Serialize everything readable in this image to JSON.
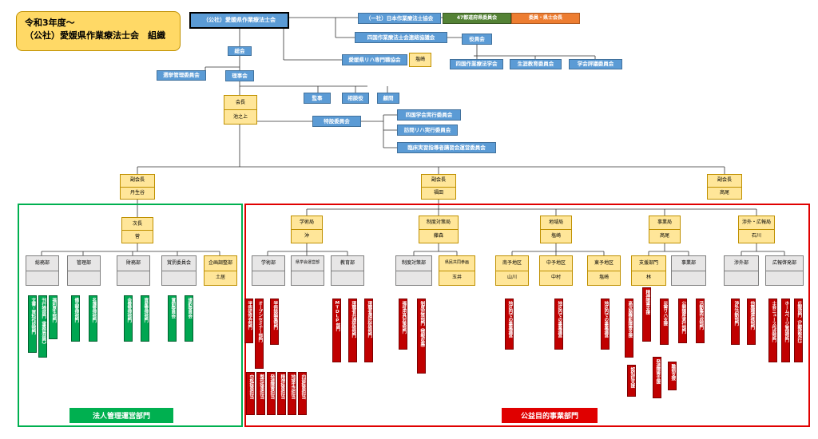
{
  "title": {
    "line1": "令和3年度～",
    "line2": "（公社）愛媛県作業療法士会　組織"
  },
  "top": {
    "main": "（公社）愛媛県作業療法士会",
    "assoc": "（一社）日本作業療法士協会",
    "prefs": "47都道府県委員会",
    "pref_member": "委員・県士会長",
    "shikoku_council": "四国作業療法士会連絡協議会",
    "officers": "役員会",
    "rehab_council": "愛媛県リハ専門職協会",
    "rehab_person": "塩崎",
    "shikoku_gakkai": "四国作業療法学会",
    "lifelong": "生涯教育委員会",
    "evaluation": "学会評議委員会"
  },
  "governance": {
    "general_meeting": "総会",
    "election": "選挙管理委員会",
    "board": "理事会",
    "auditor": "監事",
    "advisor": "相談役",
    "counselor": "顧問",
    "president_title": "会長",
    "president_name": "池之上",
    "special": "特設委員会",
    "special_items": [
      "四国学会実行委員会",
      "訪問リハ実行委員会",
      "臨床実習指導者講習会運営委員会"
    ]
  },
  "vp": [
    {
      "title": "副会長",
      "name": "丹生谷"
    },
    {
      "title": "副会長",
      "name": "福田"
    },
    {
      "title": "副会長",
      "name": "髙尾"
    }
  ],
  "admin": {
    "chief_title": "次長",
    "chief_name": "菅",
    "depts": [
      "総務部",
      "管理部",
      "財務部",
      "賞罰委員会"
    ],
    "planning": {
      "title": "企画調整部",
      "name": "土居"
    },
    "items": [
      "文書・資料作成部門",
      "刊行物部門（事務局部門）",
      "福利厚生部門",
      "備品管理部門",
      "名簿管理部門",
      "会費管理部門",
      "資産管理部門",
      "賞罰委員会",
      "規約委員会"
    ],
    "label": "法人管理運営部門"
  },
  "public": {
    "bureaus": [
      {
        "title": "学術局",
        "name": "沖"
      },
      {
        "title": "制度対策局",
        "name": "藤森"
      },
      {
        "title": "地域局",
        "name": "塩崎"
      },
      {
        "title": "事業局",
        "name": "髙尾"
      },
      {
        "title": "渉外・広報局",
        "name": "石川"
      }
    ],
    "depts": {
      "gakujutsu": "学術部",
      "shokuba": "県学会運営部",
      "kyoiku": "教育部",
      "seido": "制度対策部",
      "kyodo": {
        "title": "県民共同参画",
        "name": "玉井"
      },
      "south": {
        "title": "南予地区",
        "name": "山川"
      },
      "middle": {
        "title": "中予地区",
        "name": "中村"
      },
      "east": {
        "title": "東予地区",
        "name": "塩崎"
      },
      "shien": {
        "title": "支援部門",
        "name": "林"
      },
      "jigyo": "事業部",
      "shogai": "渉外部",
      "koho": "広報啓発部"
    },
    "items": {
      "gakujutsu": [
        "学術研修会部門",
        "オープンセミナー部門",
        "学術誌編集部門"
      ],
      "gakujutsu_sub": [
        "中枢疾患担当",
        "整形疾患担当",
        "発達障害担当",
        "精神疾患担当",
        "地域生活担当",
        "内部疾患担当"
      ],
      "kyoiku": [
        "MTDLP部門",
        "現職者共通研修部門",
        "現職者選択研修部門"
      ],
      "seido": [
        "福祉用具対策部門",
        "制度対策部門（情報収集）"
      ],
      "areas": [
        "地区内での事業運営",
        "地区内での事業運営",
        "地区内での事業運営"
      ],
      "shien": [
        "高次脳機能障害支援",
        "精神障害支援",
        "災害リハ支援",
        "発達障害支援",
        "認知症支援",
        "難病支援"
      ],
      "jigyo": [
        "公開講座実行部門",
        "活動集作成部門"
      ],
      "shogai": [
        "渉外活動部門",
        "他職種連携部門"
      ],
      "koho": [
        "士会ニュース作成部門",
        "ホームページ管理部門",
        "広報部門（広報誌発行）"
      ]
    },
    "label": "公益目的事業部門"
  },
  "colors": {
    "blue": "#5b9bd5",
    "yellow": "#ffe699",
    "gray": "#e7e6e6",
    "green": "#00a651",
    "red": "#c00000",
    "orange": "#ed7d31"
  }
}
